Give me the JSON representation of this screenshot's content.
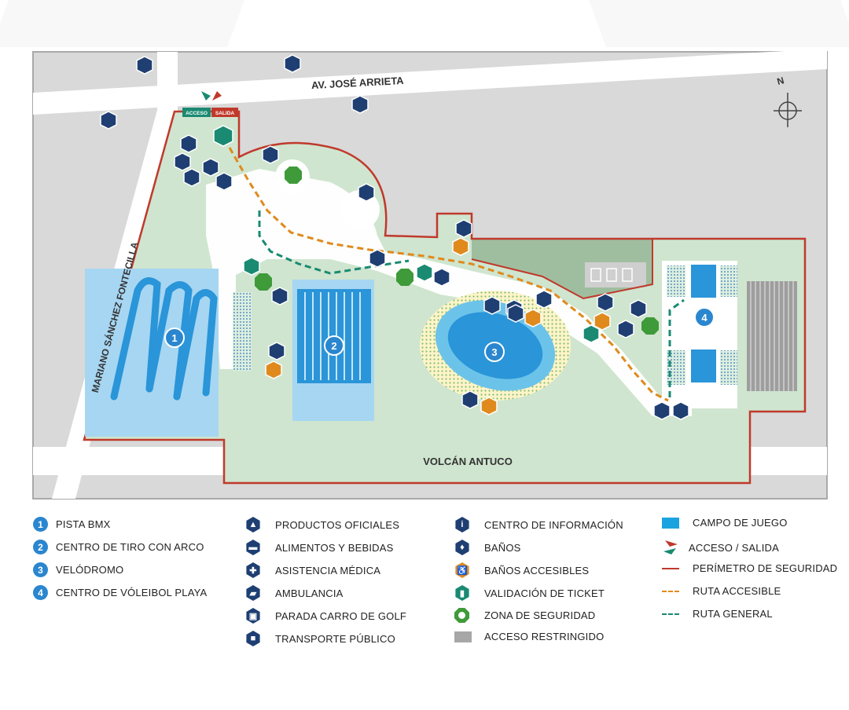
{
  "map": {
    "roads": {
      "north": "AV. JOSÉ ARRIETA",
      "south": "VOLCÁN ANTUCO",
      "west": "MARIANO SÁNCHEZ FONTECILLA"
    },
    "gate": {
      "entry": "ACCESO",
      "exit": "SALIDA"
    },
    "compass": "N",
    "venues": [
      "1",
      "2",
      "3",
      "4"
    ]
  },
  "legend": {
    "venues": [
      {
        "num": "1",
        "label": "PISTA BMX"
      },
      {
        "num": "2",
        "label": "CENTRO DE TIRO CON ARCO"
      },
      {
        "num": "3",
        "label": "VELÓDROMO"
      },
      {
        "num": "4",
        "label": "CENTRO DE VÓLEIBOL PLAYA"
      }
    ],
    "services": [
      {
        "icon": "shopping-bag-icon",
        "label": "PRODUCTOS OFICIALES"
      },
      {
        "icon": "food-drink-icon",
        "label": "ALIMENTOS Y BEBIDAS"
      },
      {
        "icon": "medical-cross-icon",
        "label": "ASISTENCIA MÉDICA"
      },
      {
        "icon": "ambulance-icon",
        "label": "AMBULANCIA"
      },
      {
        "icon": "golf-cart-icon",
        "label": "PARADA CARRO DE GOLF"
      },
      {
        "icon": "bus-icon",
        "label": "TRANSPORTE PÚBLICO"
      }
    ],
    "facilities": [
      {
        "icon": "info-icon",
        "label": "CENTRO DE INFORMACIÓN"
      },
      {
        "icon": "restroom-icon",
        "label": "BAÑOS"
      },
      {
        "icon": "accessible-restroom-icon",
        "label": "BAÑOS ACCESIBLES"
      },
      {
        "icon": "ticket-icon",
        "label": "VALIDACIÓN DE TICKET"
      },
      {
        "icon": "safety-zone-icon",
        "label": "ZONA DE SEGURIDAD"
      },
      {
        "icon": "restricted-access-icon",
        "label": "ACCESO RESTRINGIDO"
      }
    ],
    "routes": [
      {
        "icon": "playing-field-icon",
        "label": "CAMPO DE JUEGO"
      },
      {
        "icon": "entry-exit-arrows-icon",
        "label": "ACCESO / SALIDA"
      },
      {
        "icon": "security-perimeter-line-icon",
        "label": "PERÍMETRO DE SEGURIDAD"
      },
      {
        "icon": "accessible-route-line-icon",
        "label": "RUTA ACCESIBLE"
      },
      {
        "icon": "general-route-line-icon",
        "label": "RUTA GENERAL"
      }
    ]
  },
  "colors": {
    "accent_blue": "#2a86cf",
    "navy": "#1f3f73",
    "orange": "#e08a1e",
    "teal": "#1a8a72",
    "green": "#3f9a3a",
    "perimeter_red": "#c0392b",
    "field_blue": "#1ba3df"
  }
}
